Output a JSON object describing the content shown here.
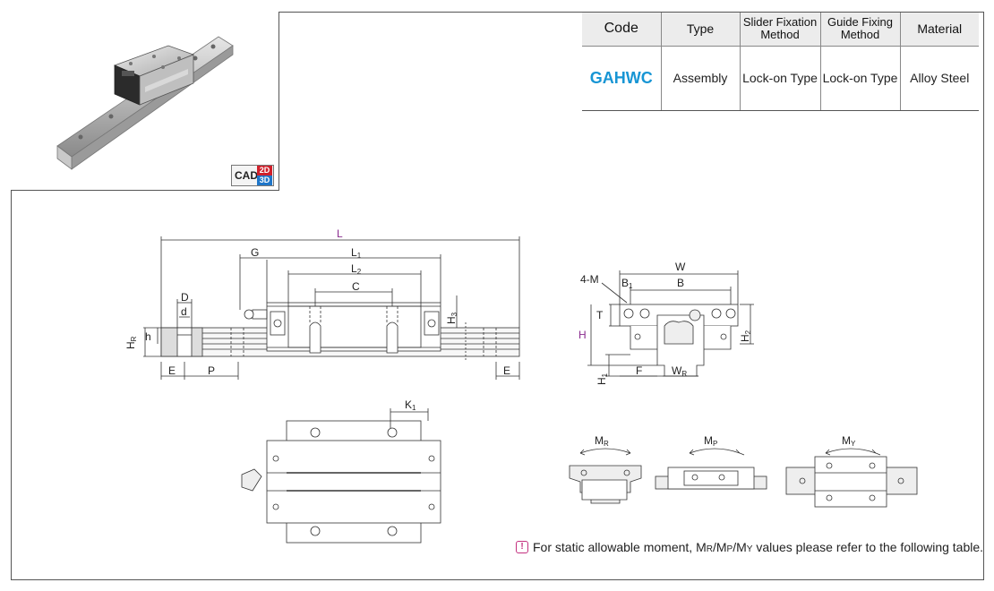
{
  "badge": {
    "cad": "CAD",
    "d2": "2D",
    "d3": "3D"
  },
  "table": {
    "headers": {
      "code": "Code",
      "type": "Type",
      "slider_1": "Slider Fixation",
      "slider_2": "Method",
      "guide_1": "Guide Fixing",
      "guide_2": "Method",
      "material": "Material"
    },
    "row": {
      "code": "GAHWC",
      "type": "Assembly",
      "slider": "Lock-on Type",
      "guide": "Lock-on Type",
      "material": "Alloy Steel"
    }
  },
  "labels": {
    "L": "L",
    "L1": "L",
    "L1_sub": "1",
    "L2": "L",
    "L2_sub": "2",
    "G": "G",
    "C": "C",
    "D": "D",
    "d": "d",
    "h": "h",
    "HR": "H",
    "HR_sub": "R",
    "H3": "H",
    "H3_sub": "3",
    "E_left": "E",
    "P": "P",
    "E_right": "E",
    "W": "W",
    "M": "4-M",
    "B1": "B",
    "B1_sub": "1",
    "B": "B",
    "T": "T",
    "H": "H",
    "H2": "H",
    "H2_sub": "2",
    "H1": "H",
    "H1_sub": "1",
    "F": "F",
    "WR": "W",
    "WR_sub": "R",
    "K1": "K",
    "K1_sub": "1",
    "MR": "M",
    "MR_sub": "R",
    "MP": "M",
    "MP_sub": "P",
    "MY": "M",
    "MY_sub": "Y"
  },
  "note": {
    "icon": "!",
    "pre": "For static allowable moment, M",
    "r": "R",
    "s1": "/M",
    "p": "P",
    "s2": "/M",
    "y": "Y",
    "post": " values please refer to the following table."
  },
  "colors": {
    "code_header": "#8b2c8f",
    "code_value": "#1795d4",
    "dimension_H": "#8b2c8f",
    "cad_2d": "#d0202b",
    "cad_3d": "#1f76c9"
  }
}
